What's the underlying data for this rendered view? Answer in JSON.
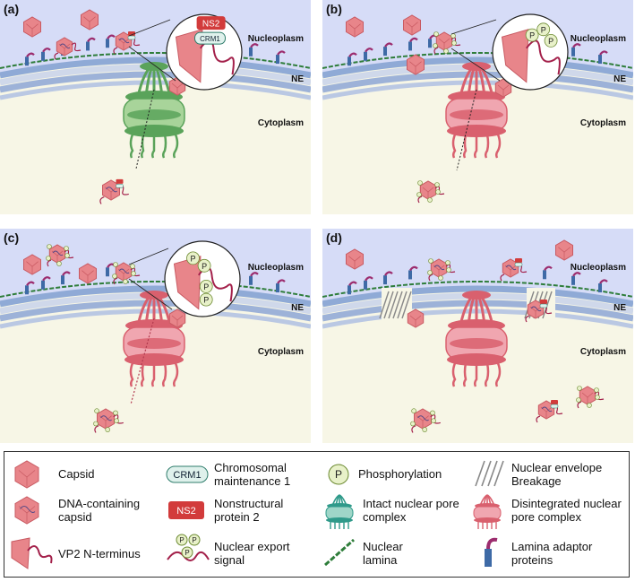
{
  "panels": [
    {
      "label": "(a)",
      "nucleoplasm": "Nucleoplasm",
      "ne": "NE",
      "cytoplasm": "Cytoplasm"
    },
    {
      "label": "(b)",
      "nucleoplasm": "Nucleoplasm",
      "ne": "NE",
      "cytoplasm": "Cytoplasm"
    },
    {
      "label": "(c)",
      "nucleoplasm": "Nucleoplasm",
      "ne": "NE",
      "cytoplasm": "Cytoplasm"
    },
    {
      "label": "(d)",
      "nucleoplasm": "Nucleoplasm",
      "ne": "NE",
      "cytoplasm": "Cytoplasm"
    }
  ],
  "callout_a": {
    "ns2": "NS2",
    "crm1": "CRM1"
  },
  "phospho_letter": "P",
  "legend": {
    "capsid": "Capsid",
    "dna_capsid": "DNA-containing capsid",
    "vp2": "VP2 N-terminus",
    "crm1_badge": "CRM1",
    "crm1": "Chromosomal maintenance 1",
    "ns2_badge": "NS2",
    "ns2": "Nonstructural protein 2",
    "nes": "Nuclear export signal",
    "p_badge": "P",
    "phospho": "Phosphorylation",
    "intact_npc": "Intact nuclear pore complex",
    "lamina": "Nuclear lamina",
    "breakage": "Nuclear envelope Breakage",
    "disint_npc": "Disintegrated nuclear pore complex",
    "lamina_adaptor": "Lamina adaptor proteins"
  },
  "colors": {
    "nucleoplasm": "#d6dcf7",
    "cytoplasm": "#f7f6e6",
    "capsid": "#e8858a",
    "intact_pore": "#5aa35a",
    "disintegrated_pore": "#d9606e",
    "lamina": "#2e7d3a",
    "vp2": "#a3204a"
  }
}
